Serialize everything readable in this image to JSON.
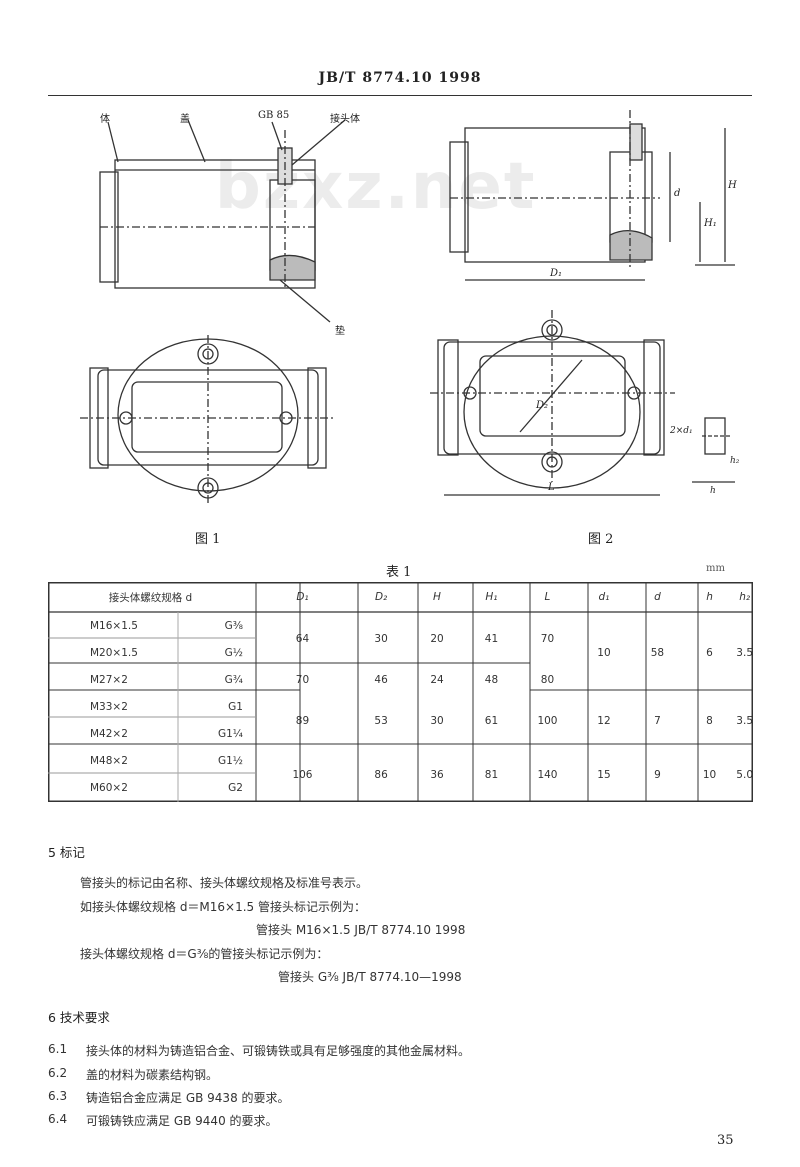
{
  "header": {
    "title": "JB/T 8774.10   1998"
  },
  "watermark": "bzxz.net",
  "figure1": {
    "labels": {
      "body": "体",
      "cover": "盖",
      "gb": "GB 85",
      "connector": "接头体",
      "gasket": "垫"
    },
    "caption": "图 1"
  },
  "figure2": {
    "labels": {
      "d": "d",
      "H1": "H₁",
      "H": "H",
      "D1": "D₁",
      "D2": "D₂",
      "L": "L",
      "d1": "2×d₁",
      "d2": "d",
      "h": "h",
      "h2": "h₂"
    },
    "caption": "图 2"
  },
  "table": {
    "caption": "表 1",
    "unit": "mm",
    "headers": [
      "接头体螺纹规格 d",
      "D₁",
      "D₂",
      "H",
      "H₁",
      "L",
      "d₁",
      "d",
      "h",
      "h₂"
    ],
    "rows": [
      {
        "d_metric": "M16×1.5",
        "d_pipe": "G⅜",
        "D1": "64",
        "D2": "30",
        "H": "20",
        "H1": "41",
        "L": "70",
        "d1": "10",
        "d": "58",
        "h": "6",
        "h2": "3.5"
      },
      {
        "d_metric": "M20×1.5",
        "d_pipe": "G½"
      },
      {
        "d_metric": "M27×2",
        "d_pipe": "G¾",
        "D1": "70",
        "D2": "46",
        "H": "24",
        "H1": "48",
        "L": "80"
      },
      {
        "d_metric": "M33×2",
        "d_pipe": "G1",
        "D1": "89",
        "D2": "53",
        "H": "30",
        "H1": "61",
        "L": "100",
        "d1": "12",
        "d": "7",
        "h": "8",
        "h2": "3.5"
      },
      {
        "d_metric": "M42×2",
        "d_pipe": "G1¼"
      },
      {
        "d_metric": "M48×2",
        "d_pipe": "G1½",
        "D1": "106",
        "D2": "86",
        "H": "36",
        "H1": "81",
        "L": "140",
        "d1": "15",
        "d": "9",
        "h": "10",
        "h2": "5.0"
      },
      {
        "d_metric": "M60×2",
        "d_pipe": "G2"
      }
    ]
  },
  "section5": {
    "title": "5  标记",
    "lines": [
      "管接头的标记由名称、接头体螺纹规格及标准号表示。",
      "如接头体螺纹规格 d＝M16×1.5 管接头标记示例为：",
      "管接头 M16×1.5   JB/T 8774.10   1998",
      "接头体螺纹规格 d＝G⅜的管接头标记示例为：",
      "管接头 G⅜   JB/T 8774.10—1998"
    ]
  },
  "section6": {
    "title": "6  技术要求",
    "items": [
      {
        "num": "6.1",
        "text": "接头体的材料为铸造铝合金、可锻铸铁或具有足够强度的其他金属材料。"
      },
      {
        "num": "6.2",
        "text": "盖的材料为碳素结构钢。"
      },
      {
        "num": "6.3",
        "text": "铸造铝合金应满足 GB 9438 的要求。"
      },
      {
        "num": "6.4",
        "text": "可锻铸铁应满足 GB 9440 的要求。"
      }
    ]
  },
  "page_number": "35"
}
